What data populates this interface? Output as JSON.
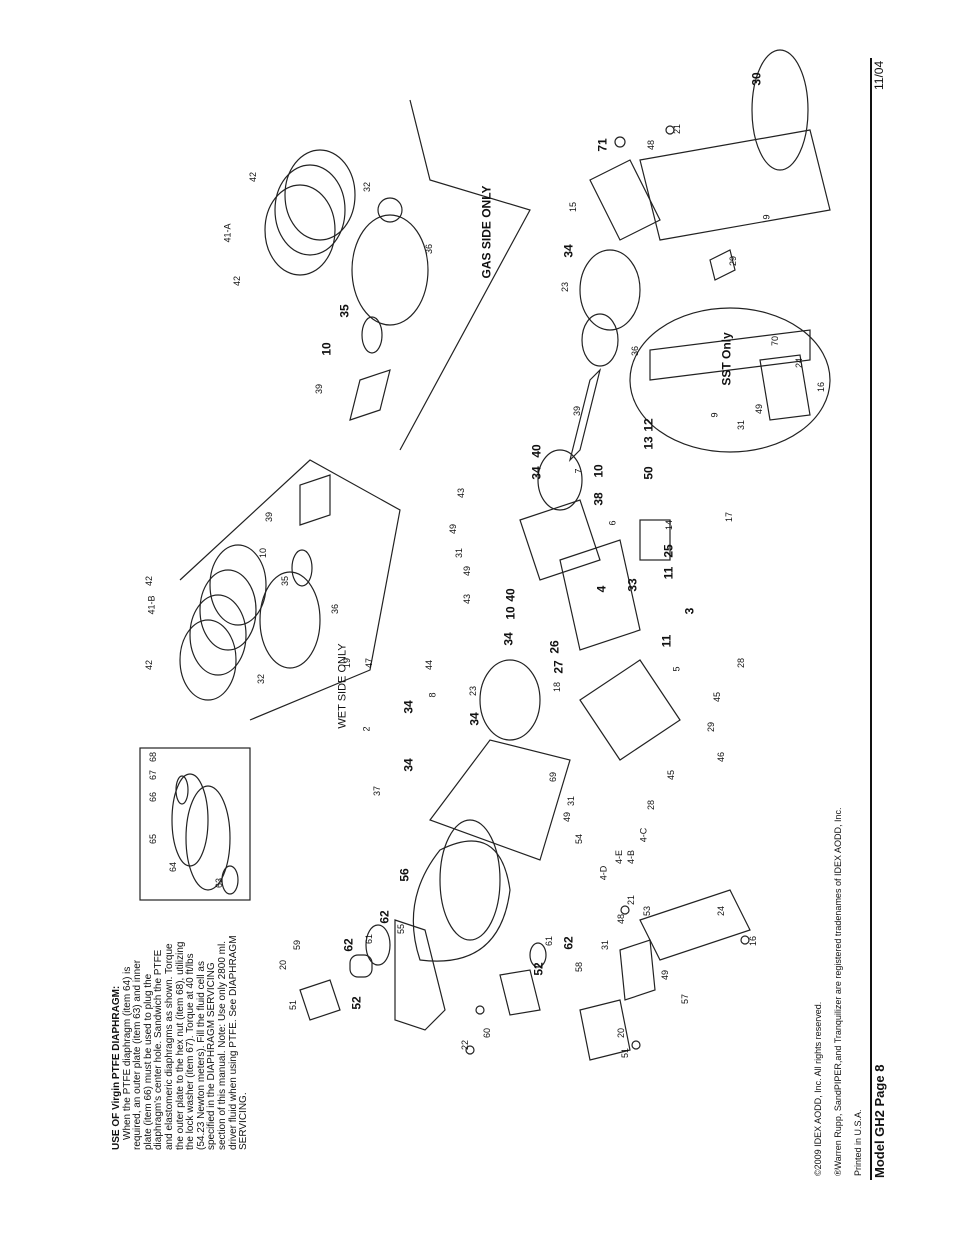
{
  "use_note": {
    "title": "USE OF Virgin PTFE DIAPHRAGM:",
    "lines": [
      "When the PTFE diaphragm (item 64) is",
      "required, an outer plate (item 63) and inner",
      "plate (item 66) must be used to plug the",
      "diaphragm's center hole. Sandwich the PTFE",
      "and elastomeric diaphragms as shown. Torque",
      "the outer plate to the hex nut (item 68), utilizing",
      "the lock washer (item 67). Torque at 40 ft/lbs",
      "(54.23 Newton meters). Fill the fluid cell as",
      "specified in the DIAPHRAGM SERVICING",
      "section of this manual. Note: Use only 2800 ml.",
      "driver fluid when using PTFE. See DIAPHRAGM",
      "SERVICING."
    ]
  },
  "footer": {
    "copyright": "©2009 IDEX AODD, Inc. All rights reserved.",
    "trademarks": "®Warren Rupp, SandPIPER,and Tranquilizer are registered tradenames of IDEX AODD, Inc.",
    "printed": "Printed in U.S.A.",
    "model_page": "Model GH2   Page 8",
    "date": "11/04"
  },
  "section_labels": {
    "wet_side": "WET SIDE ONLY",
    "gas_side": "GAS SIDE ONLY",
    "sst_only": "SST Only",
    "sub_a": "41-A",
    "sub_b": "41-B"
  },
  "callouts": [
    {
      "id": "c1",
      "text": "22"
    },
    {
      "id": "c2",
      "text": "51"
    },
    {
      "id": "c3",
      "text": "20"
    },
    {
      "id": "c4",
      "text": "60"
    },
    {
      "id": "c5",
      "text": "51"
    },
    {
      "id": "c6",
      "text": "20"
    },
    {
      "id": "c7",
      "text": "59"
    },
    {
      "id": "c8",
      "text": "52"
    },
    {
      "id": "c9",
      "text": "62"
    },
    {
      "id": "c10",
      "text": "61"
    },
    {
      "id": "c11",
      "text": "55"
    },
    {
      "id": "c12",
      "text": "62"
    },
    {
      "id": "c13",
      "text": "52"
    },
    {
      "id": "c14",
      "text": "62"
    },
    {
      "id": "c15",
      "text": "61"
    },
    {
      "id": "c16",
      "text": "58"
    },
    {
      "id": "c17",
      "text": "56"
    },
    {
      "id": "c18",
      "text": "31"
    },
    {
      "id": "c19",
      "text": "48"
    },
    {
      "id": "c20",
      "text": "21"
    },
    {
      "id": "c21",
      "text": "53"
    },
    {
      "id": "c22",
      "text": "49"
    },
    {
      "id": "c23",
      "text": "57"
    },
    {
      "id": "c24",
      "text": "24"
    },
    {
      "id": "c25",
      "text": "16"
    },
    {
      "id": "c26",
      "text": "63"
    },
    {
      "id": "c27",
      "text": "64"
    },
    {
      "id": "c28",
      "text": "65"
    },
    {
      "id": "c29",
      "text": "66"
    },
    {
      "id": "c30",
      "text": "67"
    },
    {
      "id": "c31",
      "text": "68"
    },
    {
      "id": "c32",
      "text": "37"
    },
    {
      "id": "c33",
      "text": "34"
    },
    {
      "id": "c34",
      "text": "69"
    },
    {
      "id": "c35",
      "text": "31"
    },
    {
      "id": "c36",
      "text": "49"
    },
    {
      "id": "c37",
      "text": "54"
    },
    {
      "id": "c38",
      "text": "4-D"
    },
    {
      "id": "c39",
      "text": "4-E"
    },
    {
      "id": "c40",
      "text": "4-B"
    },
    {
      "id": "c41",
      "text": "4-C"
    },
    {
      "id": "c42",
      "text": "2"
    },
    {
      "id": "c43",
      "text": "34"
    },
    {
      "id": "c44",
      "text": "8"
    },
    {
      "id": "c45",
      "text": "44"
    },
    {
      "id": "c46",
      "text": "19"
    },
    {
      "id": "c47",
      "text": "47"
    },
    {
      "id": "c48",
      "text": "23"
    },
    {
      "id": "c49",
      "text": "34"
    },
    {
      "id": "c50",
      "text": "18"
    },
    {
      "id": "c51",
      "text": "27"
    },
    {
      "id": "c52",
      "text": "26"
    },
    {
      "id": "c53",
      "text": "28"
    },
    {
      "id": "c54",
      "text": "45"
    },
    {
      "id": "c55",
      "text": "46"
    },
    {
      "id": "c56",
      "text": "29"
    },
    {
      "id": "c57",
      "text": "45"
    },
    {
      "id": "c58",
      "text": "28"
    },
    {
      "id": "c59",
      "text": "5"
    },
    {
      "id": "c60",
      "text": "11"
    },
    {
      "id": "c61",
      "text": "3"
    },
    {
      "id": "c62",
      "text": "33"
    },
    {
      "id": "c63",
      "text": "11"
    },
    {
      "id": "c64",
      "text": "25"
    },
    {
      "id": "c65",
      "text": "4"
    },
    {
      "id": "c66",
      "text": "10"
    },
    {
      "id": "c67",
      "text": "40"
    },
    {
      "id": "c68",
      "text": "34"
    },
    {
      "id": "c69",
      "text": "43"
    },
    {
      "id": "c70",
      "text": "49"
    },
    {
      "id": "c71",
      "text": "31"
    },
    {
      "id": "c72",
      "text": "49"
    },
    {
      "id": "c73",
      "text": "43"
    },
    {
      "id": "c74",
      "text": "14"
    },
    {
      "id": "c75",
      "text": "17"
    },
    {
      "id": "c76",
      "text": "6"
    },
    {
      "id": "c77",
      "text": "38"
    },
    {
      "id": "c78",
      "text": "50"
    },
    {
      "id": "c79",
      "text": "7"
    },
    {
      "id": "c80",
      "text": "10"
    },
    {
      "id": "c81",
      "text": "34"
    },
    {
      "id": "c82",
      "text": "40"
    },
    {
      "id": "c83",
      "text": "13"
    },
    {
      "id": "c84",
      "text": "12"
    },
    {
      "id": "c85",
      "text": "42"
    },
    {
      "id": "c86",
      "text": "42"
    },
    {
      "id": "c87",
      "text": "32"
    },
    {
      "id": "c88",
      "text": "36"
    },
    {
      "id": "c89",
      "text": "35"
    },
    {
      "id": "c90",
      "text": "10"
    },
    {
      "id": "c91",
      "text": "39"
    },
    {
      "id": "c92",
      "text": "39"
    },
    {
      "id": "c93",
      "text": "42"
    },
    {
      "id": "c94",
      "text": "42"
    },
    {
      "id": "c95",
      "text": "32"
    },
    {
      "id": "c96",
      "text": "36"
    },
    {
      "id": "c97",
      "text": "35"
    },
    {
      "id": "c98",
      "text": "10"
    },
    {
      "id": "c99",
      "text": "39"
    },
    {
      "id": "c100",
      "text": "36"
    },
    {
      "id": "c101",
      "text": "23"
    },
    {
      "id": "c102",
      "text": "34"
    },
    {
      "id": "c103",
      "text": "15"
    },
    {
      "id": "c104",
      "text": "29"
    },
    {
      "id": "c105",
      "text": "9"
    },
    {
      "id": "c106",
      "text": "71"
    },
    {
      "id": "c107",
      "text": "48"
    },
    {
      "id": "c108",
      "text": "21"
    },
    {
      "id": "c109",
      "text": "30"
    },
    {
      "id": "c110",
      "text": "9"
    },
    {
      "id": "c111",
      "text": "31"
    },
    {
      "id": "c112",
      "text": "49"
    },
    {
      "id": "c113",
      "text": "24"
    },
    {
      "id": "c114",
      "text": "70"
    },
    {
      "id": "c115",
      "text": "16"
    }
  ]
}
